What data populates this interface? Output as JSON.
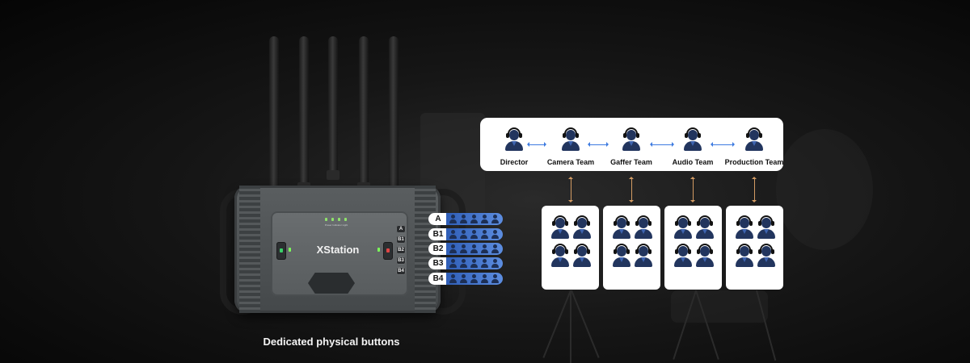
{
  "device": {
    "brand": "XStation",
    "indicator_label": "Power Indicator Light",
    "channel_buttons": [
      "A",
      "B1",
      "B2",
      "B3",
      "B4"
    ]
  },
  "groups": [
    {
      "label": "A"
    },
    {
      "label": "B1"
    },
    {
      "label": "B2"
    },
    {
      "label": "B3"
    },
    {
      "label": "B4"
    }
  ],
  "roles": [
    {
      "name": "Director"
    },
    {
      "name": "Camera Team"
    },
    {
      "name": "Gaffer Team"
    },
    {
      "name": "Audio Team"
    },
    {
      "name": "Production Team"
    }
  ],
  "caption": "Dedicated physical buttons",
  "colors": {
    "accent_blue": "#3d7be0",
    "pill_blue": "#2f5eb7",
    "link_orange": "#d39b63",
    "icon_navy": "#22355e"
  }
}
